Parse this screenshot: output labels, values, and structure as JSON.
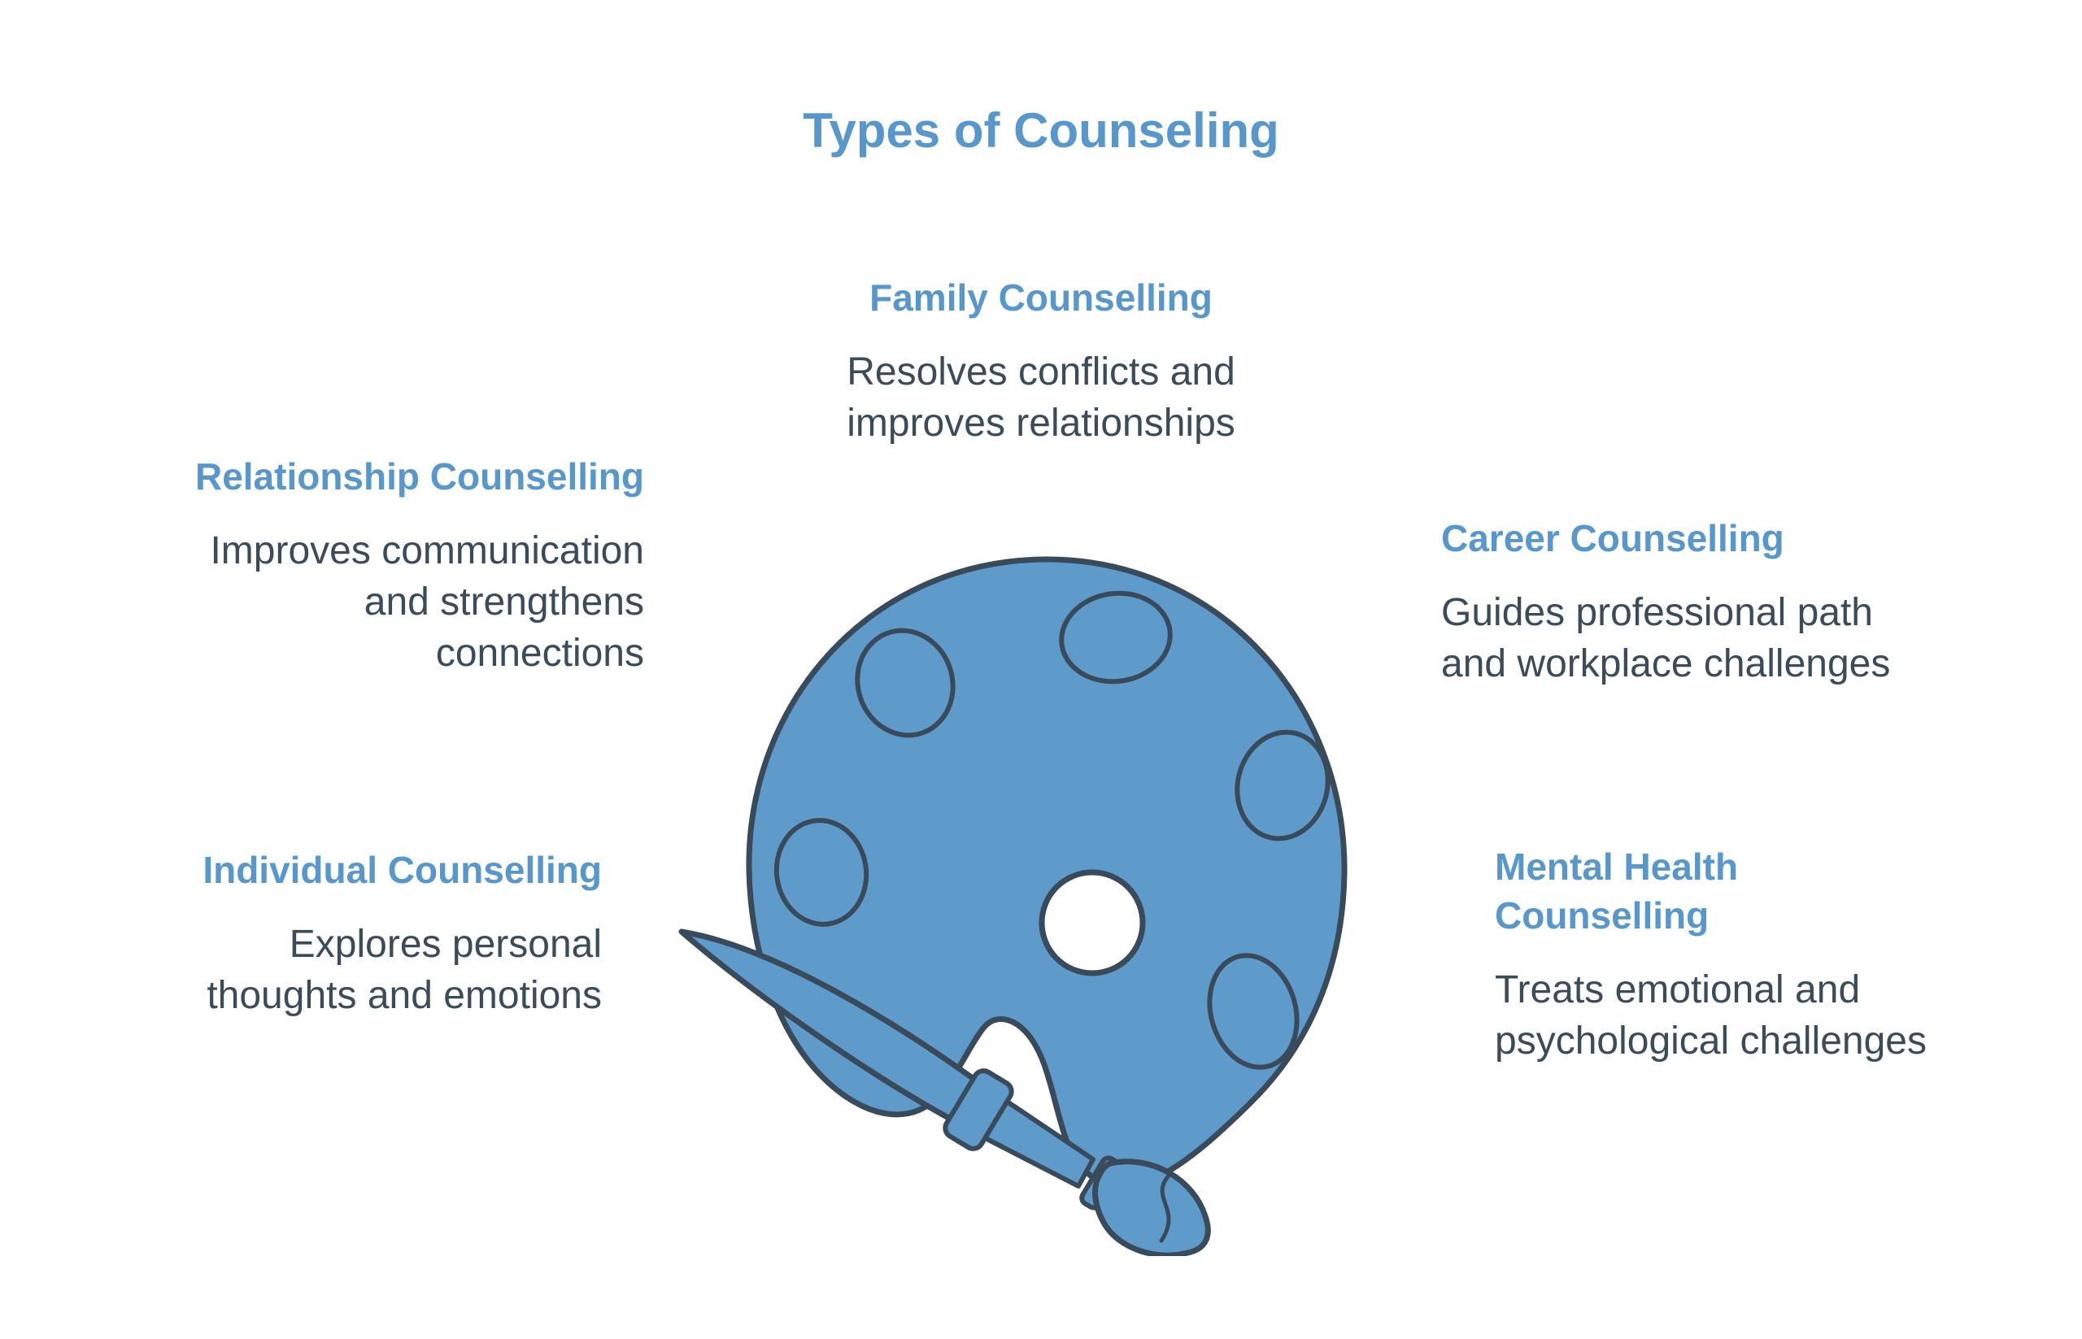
{
  "title": "Types of Counseling",
  "colors": {
    "accent_blue": "#5897cb",
    "body_text": "#3a4b5a",
    "icon_fill": "#5e9aca",
    "icon_outline": "#394a5b",
    "background": "#ffffff"
  },
  "icon": {
    "name": "painter-palette-with-brush",
    "description": "blue artist palette with five paint wells, thumb hole and paintbrush"
  },
  "sections": {
    "family": {
      "heading": "Family Counselling",
      "line1": "Resolves conflicts and",
      "line2": "improves relationships"
    },
    "relationship": {
      "heading": "Relationship Counselling",
      "line1": "Improves communication",
      "line2": "and strengthens",
      "line3": "connections"
    },
    "career": {
      "heading": "Career Counselling",
      "line1": "Guides professional path",
      "line2": "and workplace challenges"
    },
    "individual": {
      "heading": "Individual Counselling",
      "line1": "Explores personal",
      "line2": "thoughts and emotions"
    },
    "mental": {
      "heading_line1": "Mental Health",
      "heading_line2": "Counselling",
      "line1": "Treats emotional and",
      "line2": "psychological challenges"
    }
  }
}
